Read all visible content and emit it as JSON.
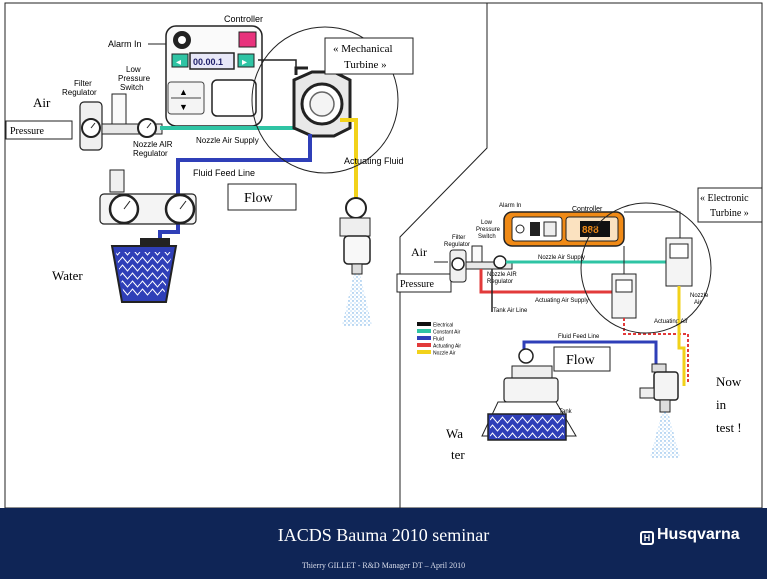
{
  "left_diagram": {
    "controller_label": "Controller",
    "display_value": "00.00.1",
    "alarm_label": "Alarm In",
    "low_pressure_label": "Low Pressure Switch",
    "filter_regulator_label": "Filter Regulator",
    "nozzle_regulator_label": "Nozzle AIR Regulator",
    "nozzle_air_supply_label": "Nozzle Air Supply",
    "fluid_feed_label": "Fluid Feed Line",
    "actuating_fluid_label": "Actuating Fluid",
    "air_label": "Air",
    "pressure_label": "Pressure",
    "water_label": "Water",
    "flow_label": "Flow",
    "turbine_callout_line1": "« Mechanical",
    "turbine_callout_line2": "Turbine »"
  },
  "right_diagram": {
    "controller_label": "Controller",
    "alarm_label": "Alarm In",
    "low_pressure_label": "Low Pressure Switch",
    "filter_regulator_label": "Filter Regulator",
    "nozzle_regulator_label": "Nozzle AIR Regulator",
    "nozzle_air_supply_label": "Nozzle Air Supply",
    "actuating_air_supply_label": "Actuating Air Supply",
    "tank_air_line_label": "Tank Air Line",
    "fluid_feed_label": "Fluid Feed Line",
    "tank_label": "Tank",
    "nozzle_air_label": "Nozzle Air",
    "actuating_air_label": "Actuating Air",
    "air_label": "Air",
    "pressure_label": "Pressure",
    "flow_label": "Flow",
    "water_label_line1": "Wa",
    "water_label_line2": "ter",
    "now_line1": "Now",
    "now_line2": "in",
    "now_line3": "test !",
    "turbine_callout_line1": "« Electronic",
    "turbine_callout_line2": "Turbine »",
    "legend": [
      {
        "label": "Electrical",
        "color": "#111111"
      },
      {
        "label": "Constant Air",
        "color": "#2fc4a4"
      },
      {
        "label": "Fluid",
        "color": "#2f3fb8"
      },
      {
        "label": "Actuating Air",
        "color": "#e23a3a"
      },
      {
        "label": "Nozzle Air",
        "color": "#f2d21a"
      }
    ]
  },
  "colors": {
    "constant_air": "#2fc4a4",
    "fluid": "#2f3fb8",
    "actuating_air": "#e23a3a",
    "nozzle_air": "#f2d21a",
    "controller_orange": "#f08a16",
    "footer_bg": "#0f2556"
  },
  "footer": {
    "title": "IACDS Bauma 2010 seminar",
    "subtitle": "Thierry GILLET - R&D Manager DT –  April  2010",
    "logo_text": "Husqvarna"
  }
}
